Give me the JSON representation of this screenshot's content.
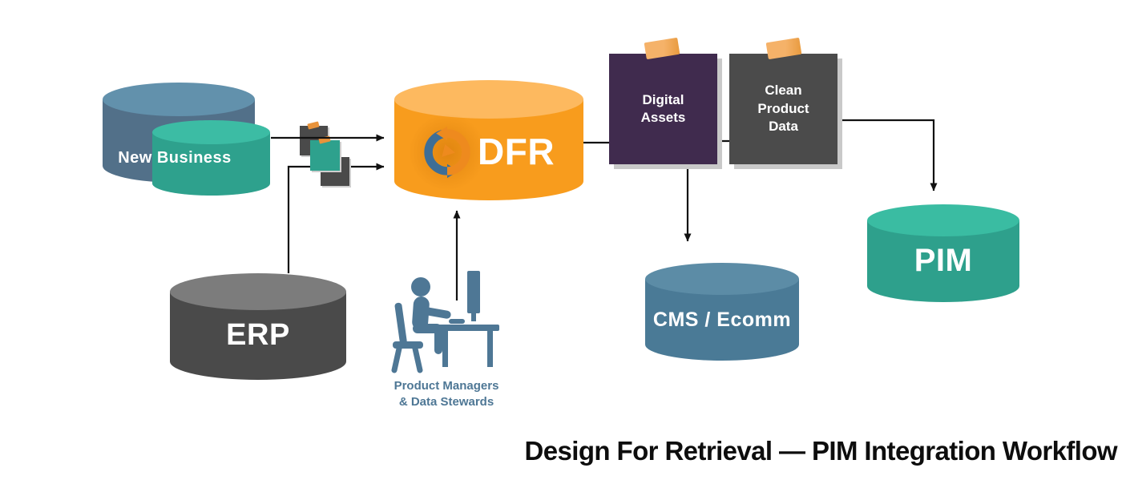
{
  "diagram_title": "Design For Retrieval — PIM Integration Workflow",
  "nodes": {
    "new_business": {
      "label": "New Business",
      "shape": "cylinder-pair",
      "back_top_color": "#6291AC",
      "back_side_color": "#527089",
      "front_top_color": "#3CBCA4",
      "front_side_color": "#2EA18D"
    },
    "erp": {
      "label": "ERP",
      "shape": "cylinder",
      "top_color": "#7C7C7C",
      "side_color": "#4A4A4A"
    },
    "dfr": {
      "label": "DFR",
      "shape": "cylinder",
      "top_color": "#FDB95F",
      "side_color": "#F89C1D",
      "logo": "sync-arrows-icon",
      "logo_blue": "#3E6E96",
      "logo_orange": "#EE8A1E"
    },
    "digital_assets": {
      "label": "Digital Assets",
      "shape": "sticky-note",
      "color": "#402B4E",
      "tape_color": "#F2A55C"
    },
    "clean_product_data": {
      "label": "Clean Product Data",
      "shape": "sticky-note",
      "color": "#4B4B4B",
      "tape_color": "#F2A55C"
    },
    "cms_ecomm": {
      "label": "CMS / Ecomm",
      "shape": "cylinder",
      "top_color": "#5C8CA6",
      "side_color": "#4A7A96"
    },
    "pim": {
      "label": "PIM",
      "shape": "cylinder",
      "top_color": "#3ABCA2",
      "side_color": "#2EA08C"
    },
    "product_managers": {
      "label_line1": "Product Managers",
      "label_line2": "& Data Stewards",
      "icon": "person-at-desk-icon",
      "color": "#4E7795"
    }
  },
  "decorations": {
    "sticky_squares": {
      "colors": [
        "#4A4A4A",
        "#2EA18D",
        "#4A4A4A"
      ],
      "tape_color": "#E8933B"
    }
  },
  "edges": [
    {
      "from": "new_business",
      "to": "dfr",
      "arrow": true
    },
    {
      "from": "erp",
      "to": "dfr",
      "arrow": true
    },
    {
      "from": "product_managers",
      "to": "dfr",
      "arrow": true
    },
    {
      "from": "dfr",
      "to": "digital_assets",
      "arrow": false
    },
    {
      "from": "digital_assets",
      "to": "clean_product_data",
      "arrow": false
    },
    {
      "from": "digital_assets",
      "to": "cms_ecomm",
      "arrow": true
    },
    {
      "from": "clean_product_data",
      "to": "pim",
      "arrow": true
    }
  ]
}
